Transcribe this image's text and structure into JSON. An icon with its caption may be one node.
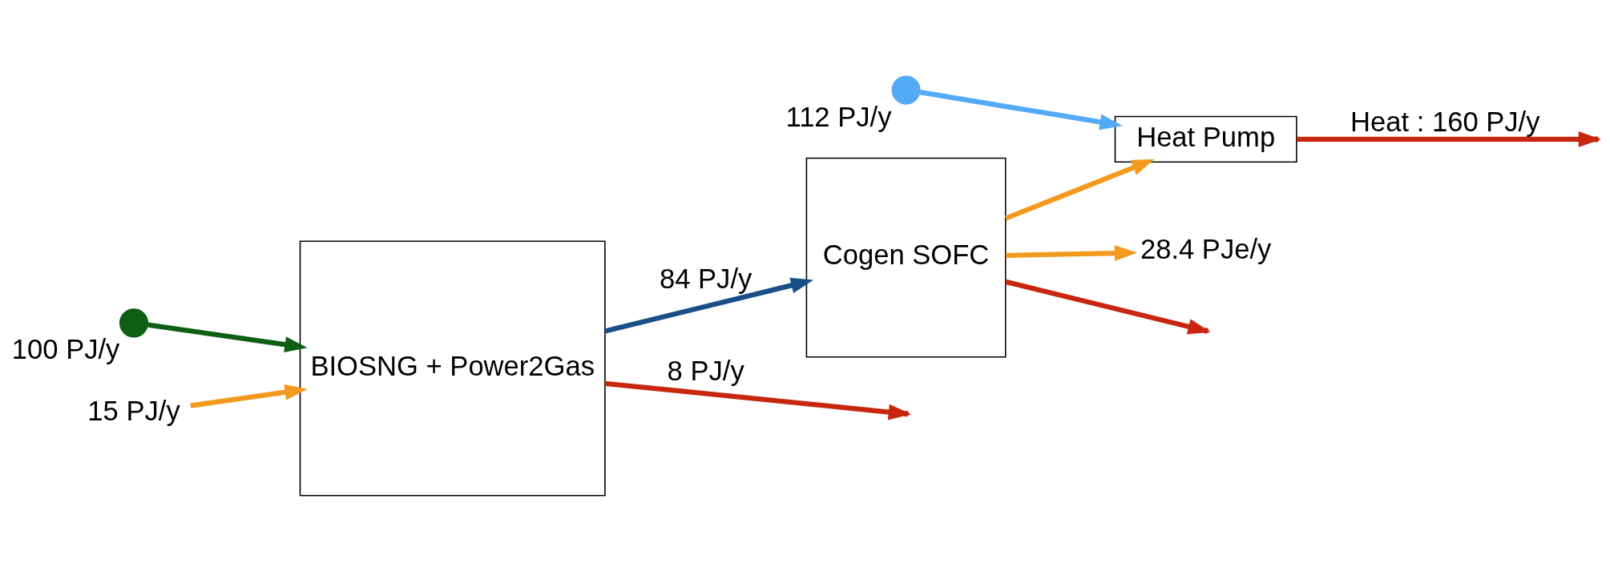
{
  "diagram": {
    "nodes": [
      {
        "text": [
          "BIOSNG + Power2Gas"
        ]
      },
      {
        "text": [
          "Cogen SOFC"
        ]
      },
      {
        "text": [
          "Heat Pump"
        ]
      },
      {
        "text": [],
        "shape": "circle",
        "beside": [
          "100 PJ/y"
        ]
      },
      {
        "text": [],
        "shape": "circle",
        "beside": [
          "112 PJ/y"
        ]
      },
      {
        "text": [
          "15 PJ/y"
        ]
      },
      {
        "text": [
          "28.4 PJe/y"
        ]
      }
    ],
    "edges": [
      {
        "from": 5,
        "to": 0,
        "arrow": "to",
        "color": "#f39a1e"
      },
      {
        "from": 3,
        "to": 0,
        "arrow": "to",
        "color": "#0e5e14"
      },
      {
        "from": 0,
        "to": 1,
        "arrow": "to",
        "label": "84 PJ/y",
        "color": "#174f86"
      },
      {
        "from": 1,
        "to": 2,
        "arrow": "to",
        "color": "#f39a1e"
      },
      {
        "from": 1,
        "to": 6,
        "arrow": "to",
        "color": "#f39a1e"
      },
      {
        "from": 4,
        "to": 2,
        "arrow": "to",
        "color": "#55aaf5"
      },
      {
        "from": 2,
        "to": null,
        "arrow": "to",
        "label": "Heat : 160 PJ/y",
        "color": "#c8260e"
      },
      {
        "from": 1,
        "to": null,
        "arrow": "to",
        "color": "#c8260e"
      },
      {
        "from": 0,
        "to": null,
        "arrow": "to",
        "label": "8 PJ/y",
        "color": "#c8260e"
      }
    ]
  }
}
